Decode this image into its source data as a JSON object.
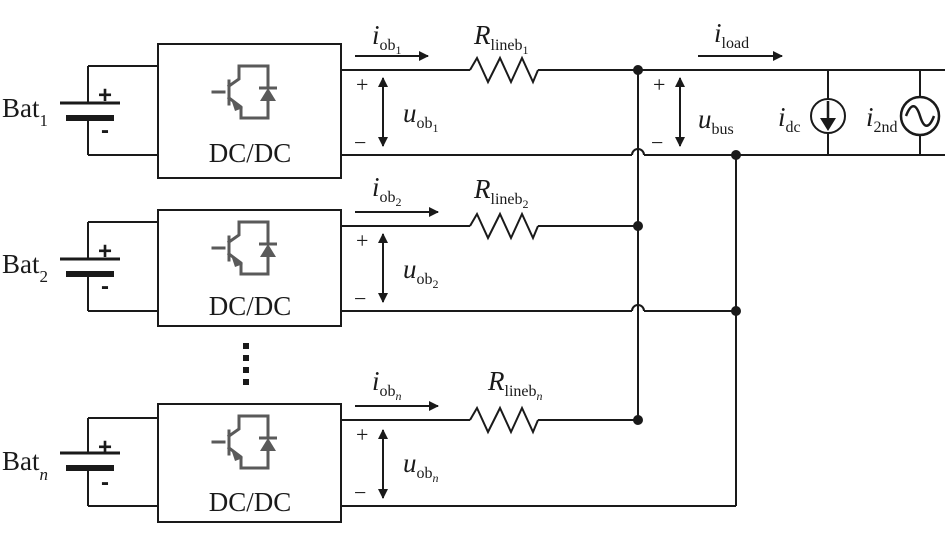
{
  "stages": [
    {
      "battery_label": "Bat",
      "battery_sub": "1",
      "converter_label": "DC/DC",
      "current_label": "i",
      "current_sub": "ob",
      "current_subsub": "1",
      "resistor_label": "R",
      "resistor_sub": "lineb",
      "resistor_subsub": "1",
      "voltage_label": "u",
      "voltage_sub": "ob",
      "voltage_subsub": "1"
    },
    {
      "battery_label": "Bat",
      "battery_sub": "2",
      "converter_label": "DC/DC",
      "current_label": "i",
      "current_sub": "ob",
      "current_subsub": "2",
      "resistor_label": "R",
      "resistor_sub": "lineb",
      "resistor_subsub": "2",
      "voltage_label": "u",
      "voltage_sub": "ob",
      "voltage_subsub": "2"
    },
    {
      "battery_label": "Bat",
      "battery_sub": "n",
      "converter_label": "DC/DC",
      "current_label": "i",
      "current_sub": "ob",
      "current_subsub": "n",
      "resistor_label": "R",
      "resistor_sub": "lineb",
      "resistor_subsub": "n",
      "voltage_label": "u",
      "voltage_sub": "ob",
      "voltage_subsub": "n"
    }
  ],
  "bus": {
    "load_current_label": "i",
    "load_current_sub": "load",
    "bus_voltage_label": "u",
    "bus_voltage_sub": "bus",
    "dc_current_label": "i",
    "dc_current_sub": "dc",
    "second_harmonic_label": "i",
    "second_harmonic_sub": "2nd"
  },
  "symbols": {
    "plus": "+",
    "minus": "−",
    "battery_plus": "+",
    "battery_minus": "-",
    "continuation": "⋮"
  }
}
